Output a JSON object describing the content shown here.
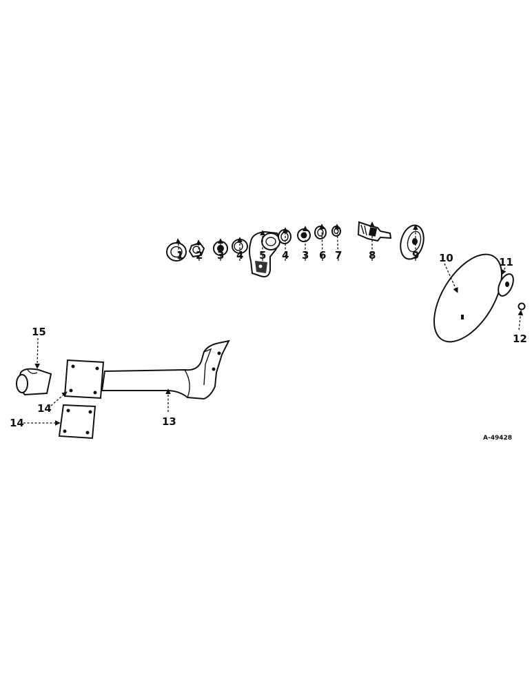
{
  "labels": {
    "l1": "1",
    "l2": "2",
    "l3a": "3",
    "l4a": "4",
    "l5": "5",
    "l4b": "4",
    "l3b": "3",
    "l6": "6",
    "l7": "7",
    "l8": "8",
    "l9": "9",
    "l10": "10",
    "l11": "11",
    "l12": "12",
    "l13": "13",
    "l14a": "14",
    "l14b": "14",
    "l15": "15"
  },
  "reference": "A-49428"
}
